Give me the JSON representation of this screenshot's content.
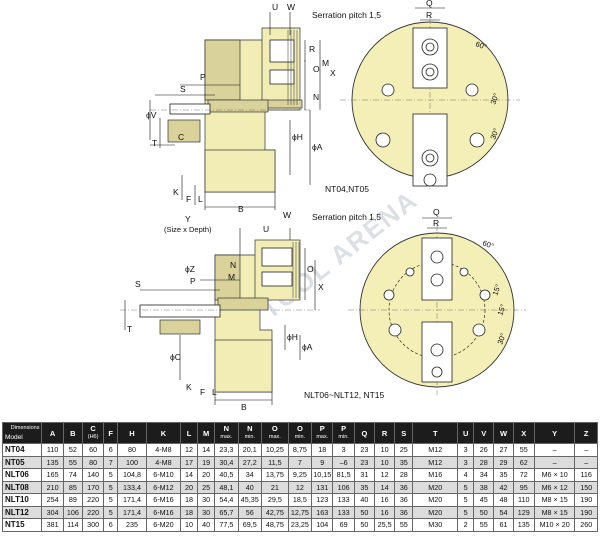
{
  "drawing": {
    "top_view": {
      "serration_label": "Serration pitch 1,5",
      "caption": "NT04,NT05",
      "dims": [
        "U",
        "W",
        "Q",
        "R",
        "O",
        "M",
        "X",
        "N",
        "P",
        "S",
        "ϕV",
        "C",
        "ϕH",
        "ϕA",
        "T",
        "K",
        "F",
        "L",
        "B",
        "60°",
        "30°",
        "30°"
      ]
    },
    "bottom_view": {
      "serration_label": "Serration pitch 1,5",
      "size_label": "(Size x Depth)",
      "caption": "NLT06~NLT12, NT15",
      "dims": [
        "Y",
        "W",
        "U",
        "Q",
        "R",
        "ϕZ",
        "P",
        "S",
        "N",
        "M",
        "O",
        "X",
        "ϕH",
        "ϕA",
        "T",
        "ϕC",
        "K",
        "F",
        "L",
        "B",
        "60°",
        "15°",
        "15°",
        "30°"
      ]
    },
    "watermark": "TOOL ARENA"
  },
  "table": {
    "corner_top": "Dimensions",
    "corner_bottom": "Model",
    "headers": [
      {
        "label": "A",
        "sub": ""
      },
      {
        "label": "B",
        "sub": ""
      },
      {
        "label": "C",
        "sub": "(H6)"
      },
      {
        "label": "F",
        "sub": ""
      },
      {
        "label": "H",
        "sub": ""
      },
      {
        "label": "K",
        "sub": ""
      },
      {
        "label": "L",
        "sub": ""
      },
      {
        "label": "M",
        "sub": ""
      },
      {
        "label": "N",
        "sub": "max."
      },
      {
        "label": "N",
        "sub": "min."
      },
      {
        "label": "O",
        "sub": "max."
      },
      {
        "label": "O",
        "sub": "min."
      },
      {
        "label": "P",
        "sub": "max."
      },
      {
        "label": "P",
        "sub": "min."
      },
      {
        "label": "Q",
        "sub": ""
      },
      {
        "label": "R",
        "sub": ""
      },
      {
        "label": "S",
        "sub": ""
      },
      {
        "label": "T",
        "sub": ""
      },
      {
        "label": "U",
        "sub": ""
      },
      {
        "label": "V",
        "sub": ""
      },
      {
        "label": "W",
        "sub": ""
      },
      {
        "label": "X",
        "sub": ""
      },
      {
        "label": "Y",
        "sub": ""
      },
      {
        "label": "Z",
        "sub": ""
      }
    ],
    "rows": [
      [
        "NT04",
        "110",
        "52",
        "60",
        "6",
        "80",
        "4-M8",
        "12",
        "14",
        "23,3",
        "20,1",
        "10,25",
        "8,75",
        "18",
        "3",
        "23",
        "10",
        "25",
        "M12",
        "3",
        "26",
        "27",
        "55",
        "–",
        "–"
      ],
      [
        "NT05",
        "135",
        "55",
        "80",
        "7",
        "100",
        "4-M8",
        "17",
        "19",
        "30,4",
        "27,2",
        "11,5",
        "7",
        "9",
        "–6",
        "23",
        "10",
        "35",
        "M12",
        "3",
        "28",
        "29",
        "62",
        "–",
        "–"
      ],
      [
        "NLT06",
        "165",
        "74",
        "140",
        "5",
        "104,8",
        "6-M10",
        "14",
        "20",
        "40,5",
        "34",
        "13,75",
        "9,25",
        "10,15",
        "81,5",
        "31",
        "12",
        "28",
        "M16",
        "4",
        "34",
        "35",
        "72",
        "M6 × 10",
        "116"
      ],
      [
        "NLT08",
        "210",
        "85",
        "170",
        "5",
        "133,4",
        "6-M12",
        "20",
        "25",
        "48,1",
        "40",
        "21",
        "12",
        "131",
        "106",
        "35",
        "14",
        "36",
        "M20",
        "5",
        "38",
        "42",
        "95",
        "M6 × 12",
        "150"
      ],
      [
        "NLT10",
        "254",
        "89",
        "220",
        "5",
        "171,4",
        "6-M16",
        "18",
        "30",
        "54,4",
        "45,35",
        "29,5",
        "18,5",
        "123",
        "133",
        "40",
        "16",
        "36",
        "M20",
        "5",
        "45",
        "48",
        "110",
        "M8 × 15",
        "190"
      ],
      [
        "NLT12",
        "304",
        "106",
        "220",
        "5",
        "171,4",
        "6-M16",
        "18",
        "30",
        "65,7",
        "56",
        "42,75",
        "12,75",
        "163",
        "133",
        "50",
        "16",
        "36",
        "M20",
        "5",
        "50",
        "54",
        "129",
        "M8 × 15",
        "190"
      ],
      [
        "NT15",
        "381",
        "114",
        "300",
        "6",
        "235",
        "6-M20",
        "10",
        "40",
        "77,5",
        "69,5",
        "48,75",
        "23,25",
        "104",
        "69",
        "50",
        "25,5",
        "55",
        "M30",
        "2",
        "55",
        "61",
        "135",
        "M10 × 20",
        "260"
      ]
    ]
  }
}
